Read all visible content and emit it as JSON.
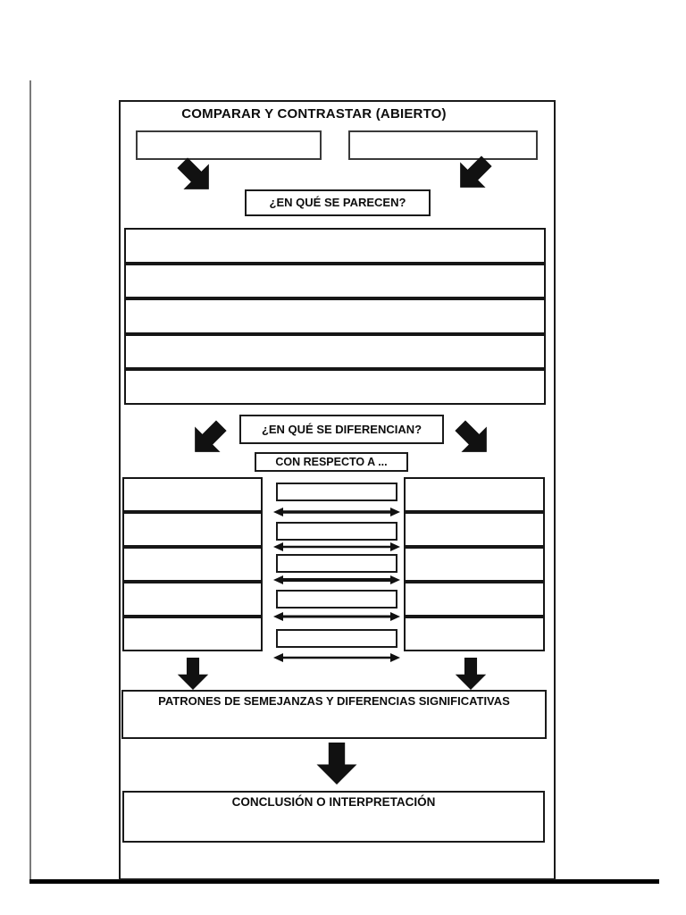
{
  "page": {
    "title": "COMPARAR Y CONTRASTAR (ABIERTO)"
  },
  "concepts": {
    "left": "",
    "right": ""
  },
  "similarities": {
    "question": "¿EN QUÉ SE PARECEN?",
    "rows": [
      "",
      "",
      "",
      "",
      ""
    ]
  },
  "differences": {
    "question": "¿EN QUÉ SE DIFERENCIAN?",
    "respect_label": "CON RESPECTO A ...",
    "left_rows": [
      "",
      "",
      "",
      "",
      ""
    ],
    "criteria": [
      "",
      "",
      "",
      "",
      ""
    ],
    "right_rows": [
      "",
      "",
      "",
      "",
      ""
    ]
  },
  "patterns": {
    "label": "PATRONES DE SEMEJANZAS Y DIFERENCIAS SIGNIFICATIVAS"
  },
  "conclusion": {
    "label": "CONCLUSIÓN O INTERPRETACIÓN"
  },
  "icons": {
    "diagonal_arrow": "thick diagonal block arrow",
    "down_arrow": "thick down block arrow",
    "double_arrow": "double-headed horizontal arrow"
  },
  "colors": {
    "ink": "#111111",
    "margin_line": "#7a7a7a",
    "page_rule": "#000000",
    "background": "#ffffff"
  }
}
